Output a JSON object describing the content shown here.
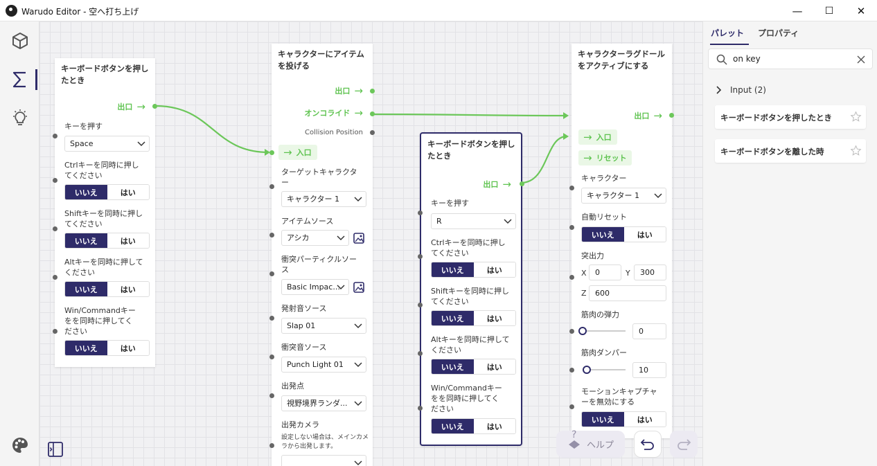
{
  "window": {
    "title": "Warudo Editor - 空へ打ち上げ",
    "minimize": "—",
    "maximize": "☐",
    "close": "✕"
  },
  "colors": {
    "accent": "#2e2b69",
    "flow": "#6cc75a",
    "canvas": "#f1f1f3"
  },
  "sidebar": {
    "items": [
      {
        "icon": "cube-icon"
      },
      {
        "icon": "sigma-icon"
      },
      {
        "icon": "lightbulb-icon"
      }
    ],
    "bottom": {
      "icon": "palette-icon"
    }
  },
  "nodes": {
    "key_pressed": {
      "title": "キーボードボタンを押したとき",
      "output": "出口",
      "key_label": "キーを押す",
      "key_value": "Space",
      "ctrl_label": "Ctrlキーを同時に押してください",
      "shift_label": "Shiftキーを同時に押してください",
      "alt_label": "Altキーを同時に押してください",
      "win_label": "Win/Commandキーをを同時に押してください",
      "no": "いいえ",
      "yes": "はい"
    },
    "throw_item": {
      "title": "キャラクターにアイテムを投げる",
      "out_exit": "出口",
      "out_collide": "オンコライド",
      "out_position": "Collision Position",
      "input": "入口",
      "target_label": "ターゲットキャラクター",
      "target_value": "キャラクター 1",
      "item_label": "アイテムソース",
      "item_value": "アシカ",
      "particle_label": "衝突パーティクルソース",
      "particle_value": "Basic Impac...",
      "launch_sound_label": "発射音ソース",
      "launch_sound_value": "Slap 01",
      "impact_sound_label": "衝突音ソース",
      "impact_sound_value": "Punch Light 01",
      "origin_label": "出発点",
      "origin_value": "視野境界ランダ...",
      "camera_label": "出発カメラ",
      "camera_hint": "設定しない場合は、メインカメラから出発します。"
    },
    "key_pressed_r": {
      "title": "キーボードボタンを押したとき",
      "output": "出口",
      "key_label": "キーを押す",
      "key_value": "R",
      "ctrl_label": "Ctrlキーを同時に押してください",
      "shift_label": "Shiftキーを同時に押してください",
      "alt_label": "Altキーを同時に押してください",
      "win_label": "Win/Commandキーをを同時に押してください",
      "no": "いいえ",
      "yes": "はい"
    },
    "ragdoll": {
      "title": "キャラクターラグドールをアクティブにする",
      "output": "出口",
      "input_enter": "入口",
      "input_reset": "リセット",
      "character_label": "キャラクター",
      "character_value": "キャラクター 1",
      "auto_reset_label": "自動リセット",
      "force_label": "突出力",
      "x_label": "X",
      "x_value": "0",
      "y_label": "Y",
      "y_value": "300",
      "z_label": "Z",
      "z_value": "600",
      "elastic_label": "筋肉の弾力",
      "elastic_value": "0",
      "elastic_level": 0,
      "damper_label": "筋肉ダンパー",
      "damper_value": "10",
      "damper_level": 0.1,
      "disable_mocap_label": "モーションキャプチャーを無効にする",
      "no": "いいえ",
      "yes": "はい"
    }
  },
  "canvas_buttons": {
    "help": "ヘルプ",
    "help_mark": "?"
  },
  "panel": {
    "tabs": [
      "パレット",
      "プロパティ"
    ],
    "search_value": "on key",
    "category": "Input (2)",
    "items": [
      "キーボードボタンを押したとき",
      "キーボードボタンを離した時"
    ]
  }
}
